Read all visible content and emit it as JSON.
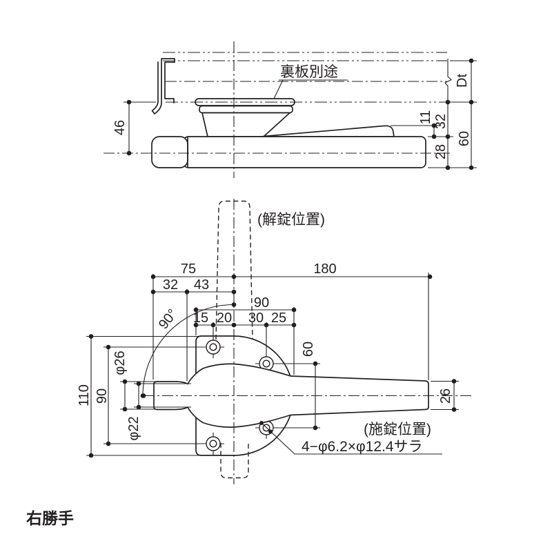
{
  "handing_label": "右勝手",
  "side_view": {
    "backplate_note": "裏板別途",
    "dims": {
      "height_46": "46",
      "tip_11": "11",
      "base_32": "32",
      "bar_28": "28",
      "total_60": "60",
      "door_thickness": "Dt"
    }
  },
  "plan_view": {
    "unlocked_position_label": "(解錠位置)",
    "locked_position_label": "(施錠位置)",
    "screw_hole_note": "4−φ6.2×φ12.4サラ",
    "rotation_angle": "90°",
    "dims": {
      "grip_75": "75",
      "grip_32": "32",
      "grip_43": "43",
      "lever_180": "180",
      "plate_width_90": "90",
      "hole_15": "15",
      "hole_20": "20",
      "hole_30": "30",
      "hole_25": "25",
      "plate_height_110": "110",
      "hole_span_90": "90",
      "collar_dia": "φ26",
      "neck_dia": "φ22",
      "hole_span_60": "60",
      "tip_width_26": "26"
    }
  },
  "colors": {
    "line": "#231f20",
    "background": "#ffffff"
  }
}
